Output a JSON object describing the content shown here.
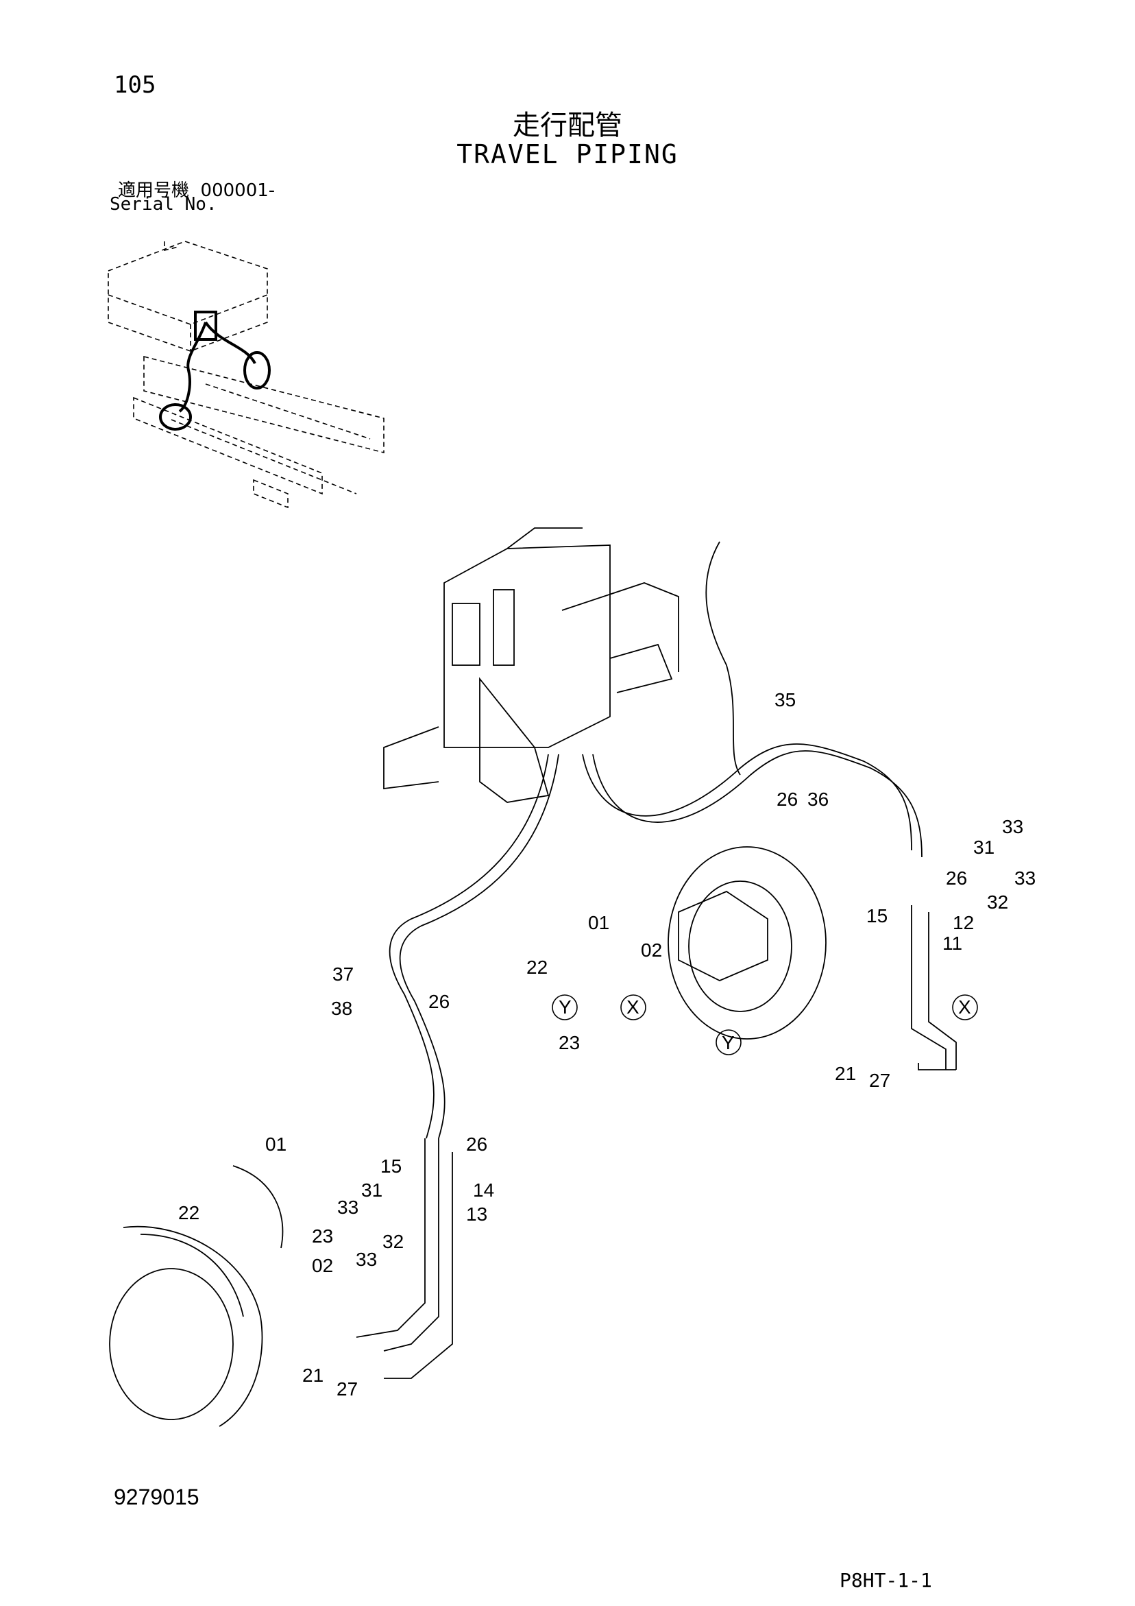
{
  "header": {
    "page_number": "105",
    "title_jp": "走行配管",
    "title_en": "TRAVEL PIPING",
    "serial_label_jp": "適用号機",
    "serial_from": "000001-",
    "serial_label_en": "Serial No."
  },
  "footer": {
    "doc_number": "9279015",
    "page_code": "P8HT-1-1"
  },
  "callouts": [
    "35",
    "26",
    "36",
    "31",
    "33",
    "26",
    "33",
    "15",
    "32",
    "12",
    "11",
    "01",
    "02",
    "37",
    "22",
    "38",
    "26",
    "Y",
    "X",
    "23",
    "Y",
    "X",
    "21",
    "27",
    "01",
    "26",
    "15",
    "14",
    "31",
    "33",
    "13",
    "22",
    "23",
    "32",
    "33",
    "02",
    "21",
    "27"
  ]
}
